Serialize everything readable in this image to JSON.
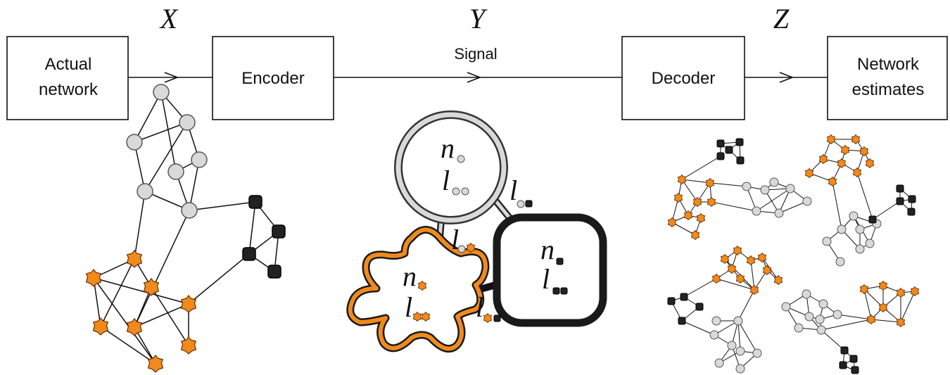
{
  "pipeline": {
    "x_label": "X",
    "y_label": "Y",
    "z_label": "Z",
    "actual_network_line1": "Actual",
    "actual_network_line2": "network",
    "encoder": "Encoder",
    "signal": "Signal",
    "decoder": "Decoder",
    "estimates_line1": "Network",
    "estimates_line2": "estimates"
  },
  "signal_terms": {
    "n": "n",
    "l": "l"
  },
  "node_groups": [
    "gray-circle",
    "black-square",
    "orange-star"
  ],
  "colors": {
    "gray_group": "#d9d9d9",
    "black_group": "#222222",
    "orange_group": "#f08a1c"
  }
}
